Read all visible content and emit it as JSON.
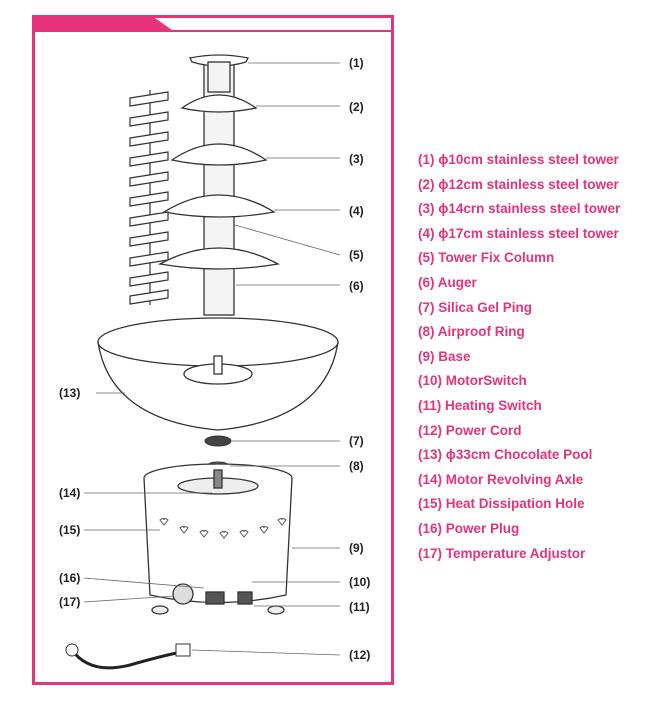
{
  "callouts": [
    "(1)",
    "(2)",
    "(3)",
    "(4)",
    "(5)",
    "(6)",
    "(7)",
    "(8)",
    "(9)",
    "(10)",
    "(11)",
    "(12)",
    "(13)",
    "(14)",
    "(15)",
    "(16)",
    "(17)"
  ],
  "legend": [
    "(1) ϕ10cm stainless steel tower",
    "(2) ϕ12cm stainless steel tower",
    "(3) ϕ14crn stainless steel tower",
    "(4) ϕ17cm stainless steel tower",
    "(5) Tower Fix Column",
    "(6) Auger",
    "(7) Silica Gel Ping",
    "(8) Airproof Ring",
    "(9) Base",
    "(10) MotorSwitch",
    "(11) Heating Switch",
    "(12) Power Cord",
    "(13) ϕ33cm Chocolate Pool",
    "(14) Motor Revolving Axle",
    "(15) Heat Dissipation Hole",
    "(16) Power Plug",
    "(17) Temperature Adjustor"
  ],
  "colors": {
    "accent": "#e6337a",
    "line": "#333333"
  }
}
